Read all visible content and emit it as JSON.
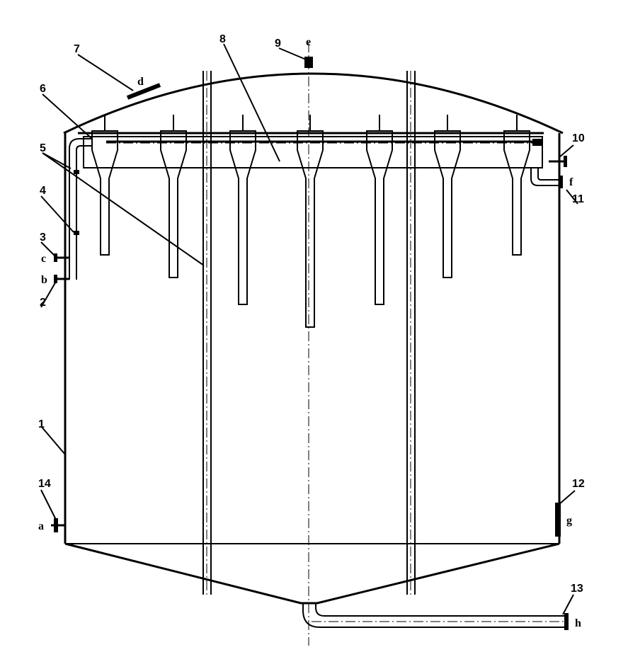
{
  "callouts": [
    {
      "id": "c1",
      "text": "1"
    },
    {
      "id": "c2",
      "text": "2"
    },
    {
      "id": "c3",
      "text": "3"
    },
    {
      "id": "c4",
      "text": "4"
    },
    {
      "id": "c5",
      "text": "5"
    },
    {
      "id": "c6",
      "text": "6"
    },
    {
      "id": "c7",
      "text": "7"
    },
    {
      "id": "c8",
      "text": "8"
    },
    {
      "id": "c9",
      "text": "9"
    },
    {
      "id": "c10",
      "text": "10"
    },
    {
      "id": "c11",
      "text": "11"
    },
    {
      "id": "c12",
      "text": "12"
    },
    {
      "id": "c13",
      "text": "13"
    },
    {
      "id": "c14",
      "text": "14"
    }
  ],
  "ports": [
    {
      "id": "a",
      "text": "a"
    },
    {
      "id": "b",
      "text": "b"
    },
    {
      "id": "c",
      "text": "c"
    },
    {
      "id": "d",
      "text": "d"
    },
    {
      "id": "e",
      "text": "e"
    },
    {
      "id": "f",
      "text": "f"
    },
    {
      "id": "g",
      "text": "g"
    },
    {
      "id": "h",
      "text": "h"
    }
  ]
}
